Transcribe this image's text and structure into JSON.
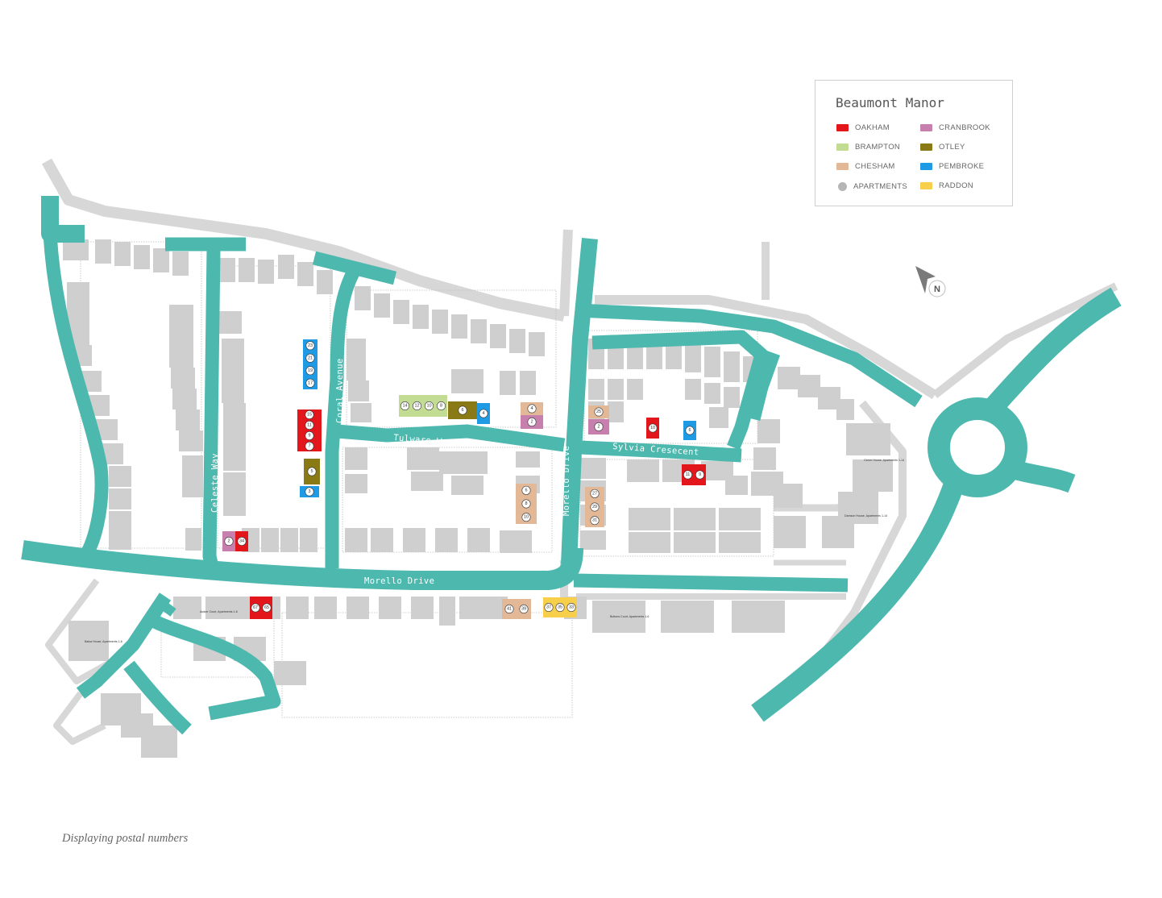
{
  "legend": {
    "title": "Beaumont Manor",
    "items": [
      {
        "label": "OAKHAM",
        "color": "#e3161b",
        "shape": "square"
      },
      {
        "label": "CRANBROOK",
        "color": "#c77fae",
        "shape": "square"
      },
      {
        "label": "BRAMPTON",
        "color": "#c2dc94",
        "shape": "square"
      },
      {
        "label": "OTLEY",
        "color": "#8a7a16",
        "shape": "square"
      },
      {
        "label": "CHESHAM",
        "color": "#e3b896",
        "shape": "square"
      },
      {
        "label": "PEMBROKE",
        "color": "#1f9be6",
        "shape": "square"
      },
      {
        "label": "APARTMENTS",
        "color": "#b5b5b5",
        "shape": "circle"
      },
      {
        "label": "RADDON",
        "color": "#f7cf4a",
        "shape": "square"
      }
    ]
  },
  "streets": {
    "celeste": "Celeste Way",
    "coral": "Coral Avenue",
    "tulware": "Tulware Way",
    "morello_main": "Morello Drive",
    "morello_vertical": "Morello Drive",
    "sylvia": "Sylvia Cresecent"
  },
  "compass": {
    "letter": "N",
    "icon": "north-arrow-icon"
  },
  "footnote": "Displaying postal numbers",
  "colors": {
    "road": "#4db8ae",
    "lane": "#d7d7d7",
    "building": "#cfcfcf"
  },
  "plots": [
    {
      "type": "PEMBROKE",
      "numbers": [
        "23",
        "21",
        "19",
        "17"
      ]
    },
    {
      "type": "OAKHAM",
      "numbers": [
        "15",
        "11",
        "9",
        "7"
      ]
    },
    {
      "type": "OTLEY",
      "numbers": [
        "5"
      ]
    },
    {
      "type": "PEMBROKE",
      "numbers": [
        "3"
      ]
    },
    {
      "type": "CRANBROOK",
      "numbers": [
        "2"
      ]
    },
    {
      "type": "OAKHAM",
      "numbers": [
        "34"
      ]
    },
    {
      "type": "BRAMPTON",
      "numbers": [
        "14",
        "12",
        "10",
        "8"
      ]
    },
    {
      "type": "OTLEY",
      "numbers": [
        "6"
      ]
    },
    {
      "type": "PEMBROKE",
      "numbers": [
        "4"
      ]
    },
    {
      "type": "CHESHAM",
      "numbers": [
        "4"
      ]
    },
    {
      "type": "CRANBROOK",
      "numbers": [
        "2"
      ]
    },
    {
      "type": "CHESHAM",
      "numbers": [
        "6",
        "8",
        "10"
      ]
    },
    {
      "type": "CHESHAM",
      "numbers": [
        "25"
      ]
    },
    {
      "type": "CRANBROOK",
      "numbers": [
        "2"
      ]
    },
    {
      "type": "OAKHAM",
      "numbers": [
        "10"
      ]
    },
    {
      "type": "PEMBROKE",
      "numbers": [
        "6"
      ]
    },
    {
      "type": "OAKHAM",
      "numbers": [
        "11",
        "9"
      ]
    },
    {
      "type": "CHESHAM",
      "numbers": [
        "27",
        "29",
        "31"
      ]
    },
    {
      "type": "OAKHAM",
      "numbers": [
        "67",
        "65"
      ]
    },
    {
      "type": "CHESHAM",
      "numbers": [
        "41",
        "39"
      ]
    },
    {
      "type": "RADDON",
      "numbers": [
        "37",
        "35",
        "33"
      ]
    }
  ],
  "apartment_labels": [
    "Clover House, Apartments 1-14",
    "Damson House, Apartments 1-14",
    "Amber Court, Apartments 1-6",
    "Balsa House, Apartments 1-6",
    "Buttons Court, Apartments 1-6"
  ]
}
